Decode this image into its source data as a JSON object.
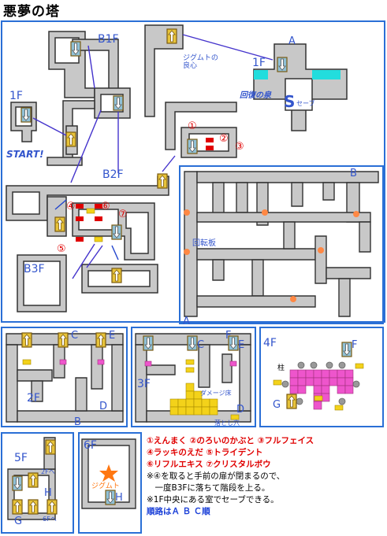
{
  "title": "悪夢の塔",
  "colors": {
    "frame": "#2a6fd6",
    "wall": "#333333",
    "floor": "#c0c0c0",
    "stair_up": "#e7c33a",
    "stair_down": "#7ab0c8",
    "marker": "#e00000",
    "accent": "#3355cc",
    "pink": "#ee55cc",
    "yellow": "#f3d21a",
    "cyan": "#22dddd",
    "orange": "#ff8844"
  },
  "labels": {
    "b1f": "B1F",
    "f1_left": "1F",
    "start": "START!",
    "jigumuto_conscience": "ジグムトの\n良心",
    "a_top": "A",
    "f1_right": "1F",
    "recovery_spring": "回復の泉",
    "save_s": "S",
    "save_text": "セーブ",
    "m1": "①",
    "m2": "②",
    "m3": "③",
    "m4": "④",
    "m5": "⑤",
    "m6": "⑥",
    "m7": "⑦",
    "b2f": "B2F",
    "b3f": "B3F",
    "b_right": "B",
    "rotating_board": "回転板",
    "a_bottom": "A",
    "c2": "C",
    "e2": "E",
    "f2": "2F",
    "b2": "B",
    "d2": "D",
    "c3": "C",
    "e3": "E",
    "f3_letter": "F",
    "f3": "3F",
    "damage_floor": "ダメージ床",
    "pitfall": "落とし穴",
    "d3": "D",
    "f4": "4F",
    "f4_letter": "F",
    "pillar": "柱",
    "g4": "G",
    "f5": "5F",
    "to2f": "2Fへ",
    "h5": "H",
    "g5": "G",
    "to6f": "6Fへ",
    "f6": "6F",
    "jigumuto": "ジグムト",
    "h6": "H"
  },
  "legend": {
    "line1": "①えんまく ②のろいのかぶと ③フルフェイス",
    "line2": "④ラッキのえだ ⑤トライデント",
    "line3": "⑥リフルエキス ⑦クリスタルボウ",
    "note1": "※④を取ると手前の扉が閉まるので、",
    "note2": "　一度B3Fに落ちて階段を上る。",
    "note3": "※1F中央にある室でセーブできる。",
    "order": "順路はＡ Ｂ Ｃ順"
  }
}
